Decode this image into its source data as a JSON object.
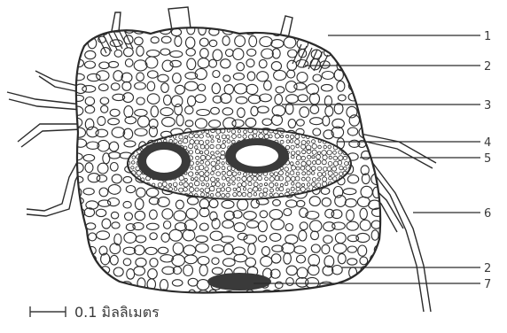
{
  "figure": {
    "labels": [
      "1",
      "2",
      "3",
      "4",
      "5",
      "6",
      "2",
      "7"
    ],
    "scale_bar": {
      "text": "0.1 มิลลิเมตร"
    },
    "colors": {
      "ink": "#2b2b2b",
      "label": "#3a3a3a",
      "background": "#ffffff"
    }
  }
}
